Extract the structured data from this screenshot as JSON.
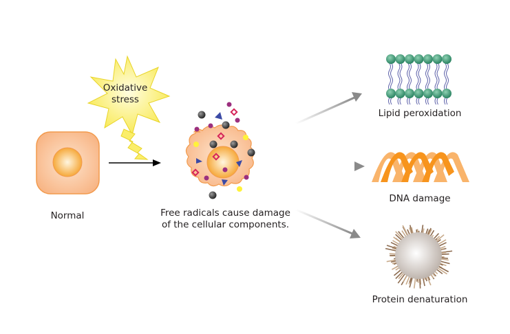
{
  "labels": {
    "oxidative_stress_line1": "Oxidative",
    "oxidative_stress_line2": "stress",
    "normal": "Normal",
    "free_radicals_line1": "Free radicals cause damage",
    "free_radicals_line2": "of the cellular components.",
    "lipid": "Lipid peroxidation",
    "dna": "DNA damage",
    "protein": "Protein denaturation"
  },
  "colors": {
    "cell_fill": "#f9b98a",
    "cell_border": "#f29a4c",
    "nucleus": "#f7a531",
    "star": "#f9ee6b",
    "lipid": "#2f9a72",
    "dna": "#f7941d",
    "arrow_gray": "#8a8a8a",
    "radical_dark": "#3b3b3b",
    "radical_purple": "#9b2f7e",
    "radical_red": "#d6245a",
    "radical_blue": "#3b4aa5",
    "radical_yellow": "#fff23a",
    "protein_spike": "#8c6b4f"
  }
}
